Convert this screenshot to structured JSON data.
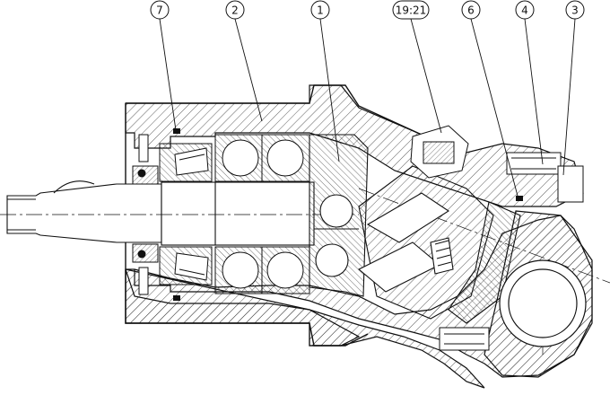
{
  "callouts": [
    {
      "id": "c7",
      "label": "7"
    },
    {
      "id": "c2",
      "label": "2"
    },
    {
      "id": "c1",
      "label": "1"
    },
    {
      "id": "c19",
      "label": "19:21"
    },
    {
      "id": "c6",
      "label": "6"
    },
    {
      "id": "c4",
      "label": "4"
    },
    {
      "id": "c3",
      "label": "3"
    }
  ],
  "colors": {
    "line": "#111111",
    "hatch": "#333333",
    "background": "#ffffff"
  }
}
